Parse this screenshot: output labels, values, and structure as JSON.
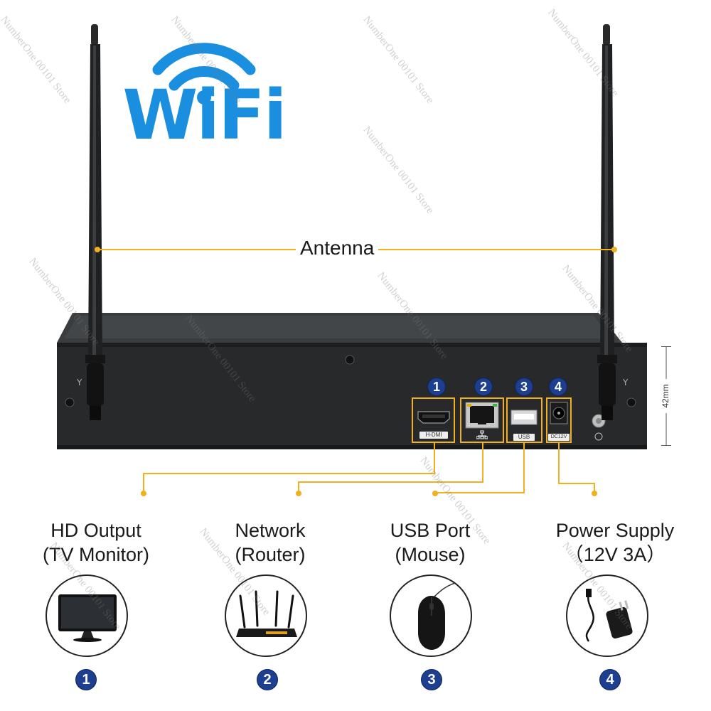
{
  "brand": {
    "logo_text": "WiFi",
    "logo_color": "#1a8fe0"
  },
  "antenna": {
    "label": "Antenna",
    "line_color": "#f0b020"
  },
  "dimension": {
    "height_label": "42mm"
  },
  "ports": [
    {
      "number": "1",
      "port_label": "H-DMI"
    },
    {
      "number": "2",
      "port_label": ""
    },
    {
      "number": "3",
      "port_label": "USB"
    },
    {
      "number": "4",
      "port_label": "DC12V"
    }
  ],
  "features": [
    {
      "title": "HD Output",
      "subtitle": "(TV Monitor)",
      "number": "1",
      "icon": "tv-monitor-icon"
    },
    {
      "title": "Network",
      "subtitle": "(Router)",
      "number": "2",
      "icon": "router-icon"
    },
    {
      "title": "USB Port",
      "subtitle": "(Mouse)",
      "number": "3",
      "icon": "mouse-icon"
    },
    {
      "title": "Power Supply",
      "subtitle": "（12V 3A）",
      "number": "4",
      "icon": "power-adapter-icon"
    }
  ],
  "watermark": {
    "text": "NumberOne 00101 Store"
  },
  "colors": {
    "badge": "#1e3f8f",
    "highlight": "#f0b020",
    "device": "#262829"
  }
}
